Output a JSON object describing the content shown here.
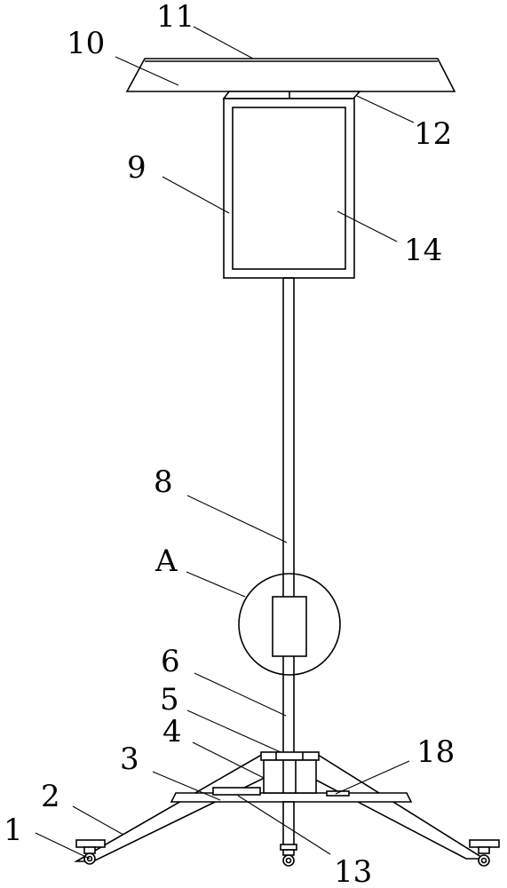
{
  "labels": {
    "l1": "1",
    "l2": "2",
    "l3": "3",
    "l4": "4",
    "l5": "5",
    "l6": "6",
    "l8": "8",
    "l9": "9",
    "l10": "10",
    "l11": "11",
    "l12": "12",
    "l13": "13",
    "l14": "14",
    "l18": "18",
    "lA": "A"
  }
}
